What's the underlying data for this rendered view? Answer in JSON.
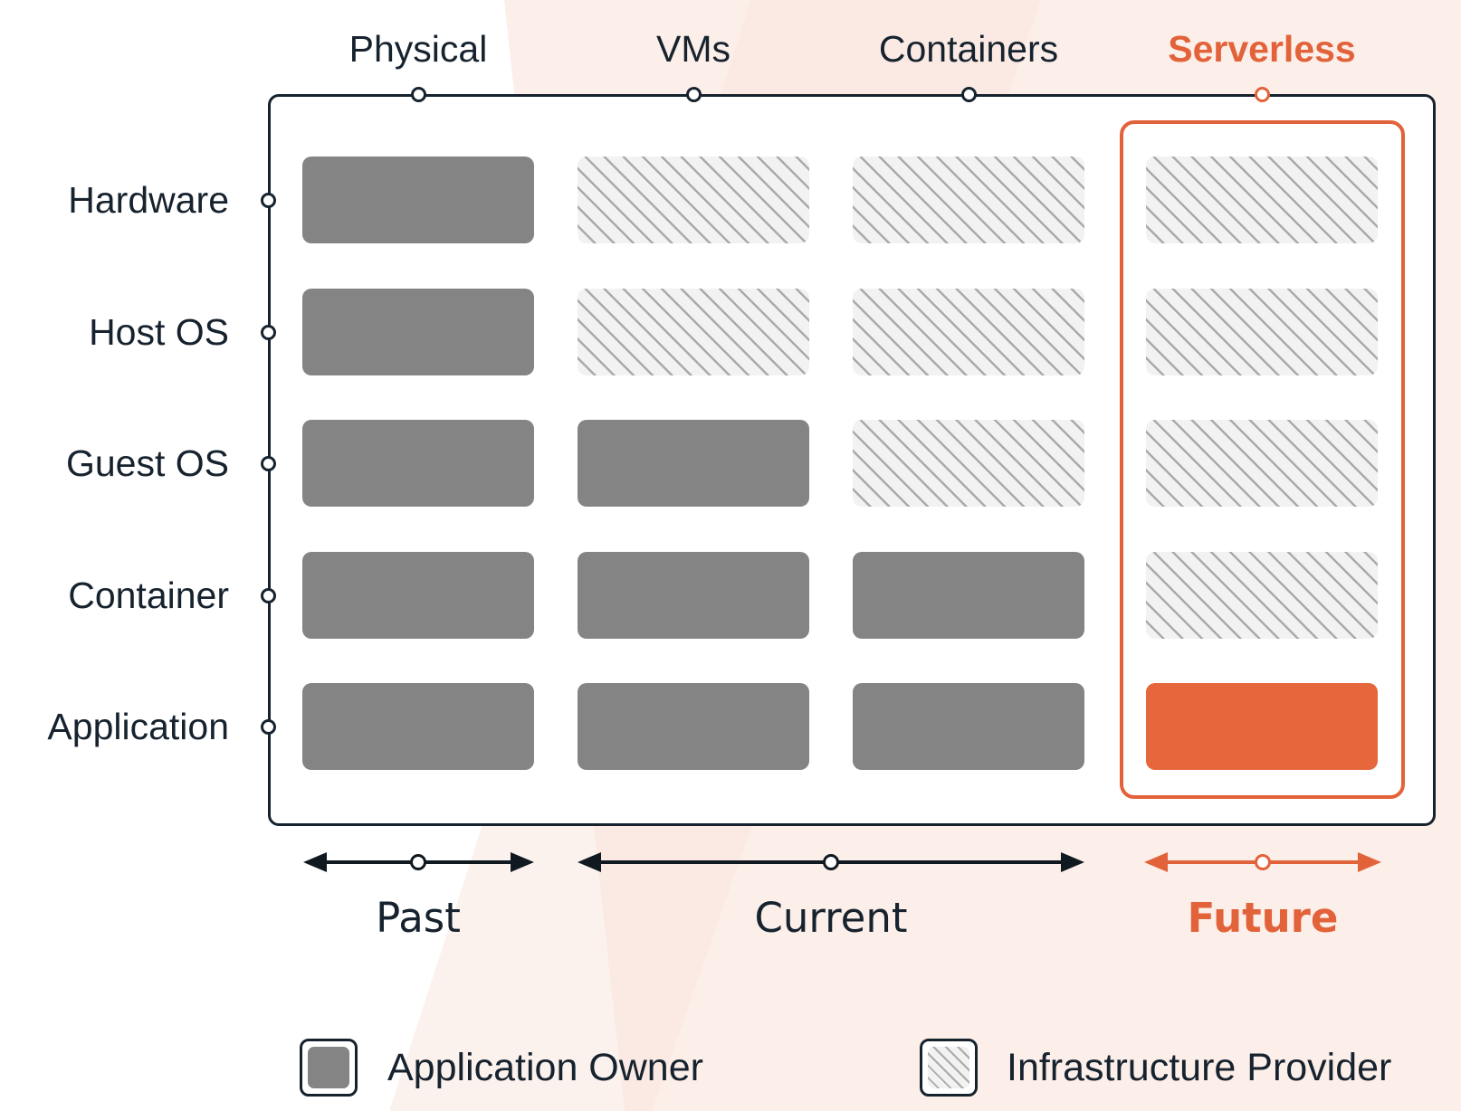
{
  "diagram": {
    "columns": [
      {
        "label": "Physical",
        "accent": false
      },
      {
        "label": "VMs",
        "accent": false
      },
      {
        "label": "Containers",
        "accent": false
      },
      {
        "label": "Serverless",
        "accent": true
      }
    ],
    "rows": [
      {
        "label": "Hardware"
      },
      {
        "label": "Host OS"
      },
      {
        "label": "Guest OS"
      },
      {
        "label": "Container"
      },
      {
        "label": "Application"
      }
    ],
    "ownership_grid": [
      [
        "owner",
        "provider",
        "provider",
        "provider"
      ],
      [
        "owner",
        "provider",
        "provider",
        "provider"
      ],
      [
        "owner",
        "owner",
        "provider",
        "provider"
      ],
      [
        "owner",
        "owner",
        "owner",
        "provider"
      ],
      [
        "owner",
        "owner",
        "owner",
        "owner-accent"
      ]
    ],
    "timeline": [
      {
        "label": "Past",
        "accent": false
      },
      {
        "label": "Current",
        "accent": false
      },
      {
        "label": "Future",
        "accent": true
      }
    ],
    "legend": [
      {
        "label": "Application Owner",
        "swatch": "solid-gray"
      },
      {
        "label": "Infrastructure Provider",
        "swatch": "hatched"
      }
    ],
    "colors": {
      "accent": "#e2623a",
      "accent_fill": "#e6673b",
      "owner_gray": "#848484",
      "hatch_bg": "#f2f2f2",
      "hatch_stripe": "#aaaaaa",
      "ink": "#16222e",
      "arrow_black": "#101820",
      "peach": "#fceee8"
    }
  }
}
